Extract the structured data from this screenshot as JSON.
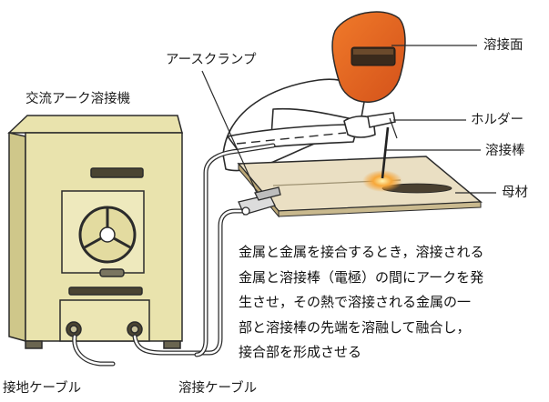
{
  "labels": {
    "machine": "交流アーク溶接機",
    "earth_clamp": "アースクランプ",
    "face_shield": "溶接面",
    "holder": "ホルダー",
    "electrode": "溶接棒",
    "base_metal": "母材",
    "ground_cable": "接地ケーブル",
    "welding_cable": "溶接ケーブル"
  },
  "description": {
    "lines": [
      "金属と金属を接合するとき，溶接される",
      "金属と溶接棒（電極）の間にアークを発",
      "生させ，その熱で溶接される金属の一",
      "部と溶接棒の先端を溶融して融合し，",
      "接合部を形成させる"
    ]
  },
  "colors": {
    "machine_body": "#e9e3ad",
    "machine_shadow": "#cfc78a",
    "face_shield": "#e8641c",
    "base_metal": "#eadfc3",
    "arc": "#f39a2b",
    "outline": "#2b2b2b"
  }
}
